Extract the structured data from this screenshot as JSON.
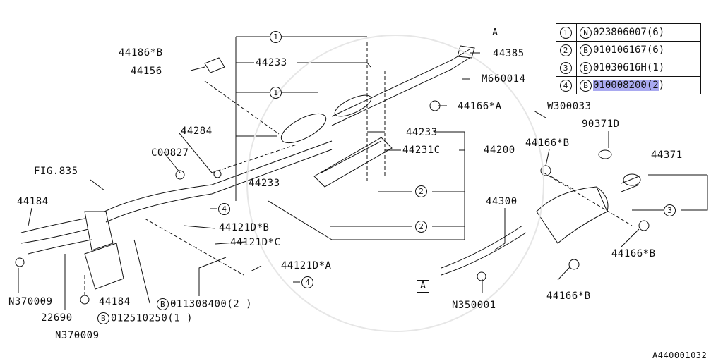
{
  "legend": [
    {
      "num": "1",
      "prefix": "N",
      "part": "023806007",
      "qty": "6"
    },
    {
      "num": "2",
      "prefix": "B",
      "part": "010106167",
      "qty": "6"
    },
    {
      "num": "3",
      "prefix": "B",
      "part": "01030616H",
      "qty": "1"
    },
    {
      "num": "4",
      "prefix": "B",
      "part": "010008200",
      "qty": "2",
      "highlighted": true
    }
  ],
  "labels": {
    "p44186b": "44186*B",
    "p44156": "44156",
    "p44233a": "44233",
    "p44385": "44385",
    "pM660014": "M660014",
    "p44166a": "44166*A",
    "pW300033": "W300033",
    "p90371D": "90371D",
    "p44284": "44284",
    "pC00827": "C00827",
    "fig835": "FIG.835",
    "p44184a": "44184",
    "p44233b": "44233",
    "p44231c": "44231C",
    "p44200": "44200",
    "p44233c": "44233",
    "p44166b1": "44166*B",
    "p44371": "44371",
    "p44300": "44300",
    "p44121db": "44121D*B",
    "p44121dc": "44121D*C",
    "p44121da": "44121D*A",
    "p44166b2": "44166*B",
    "p44166b3": "44166*B",
    "pN370009a": "N370009",
    "p22690": "22690",
    "p44184b": "44184",
    "pN370009b": "N370009",
    "b011308400": "011308400(2 )",
    "b012510250": "012510250(1 )",
    "pN350001": "N350001",
    "drawingId": "A440001032"
  },
  "callouts": {
    "c1a": "1",
    "c1b": "1",
    "c2a": "2",
    "c2b": "2",
    "c3": "3",
    "c4a": "4",
    "c4b": "4",
    "circB1": "B",
    "circB2": "B"
  },
  "refA1": "A",
  "refA2": "A"
}
